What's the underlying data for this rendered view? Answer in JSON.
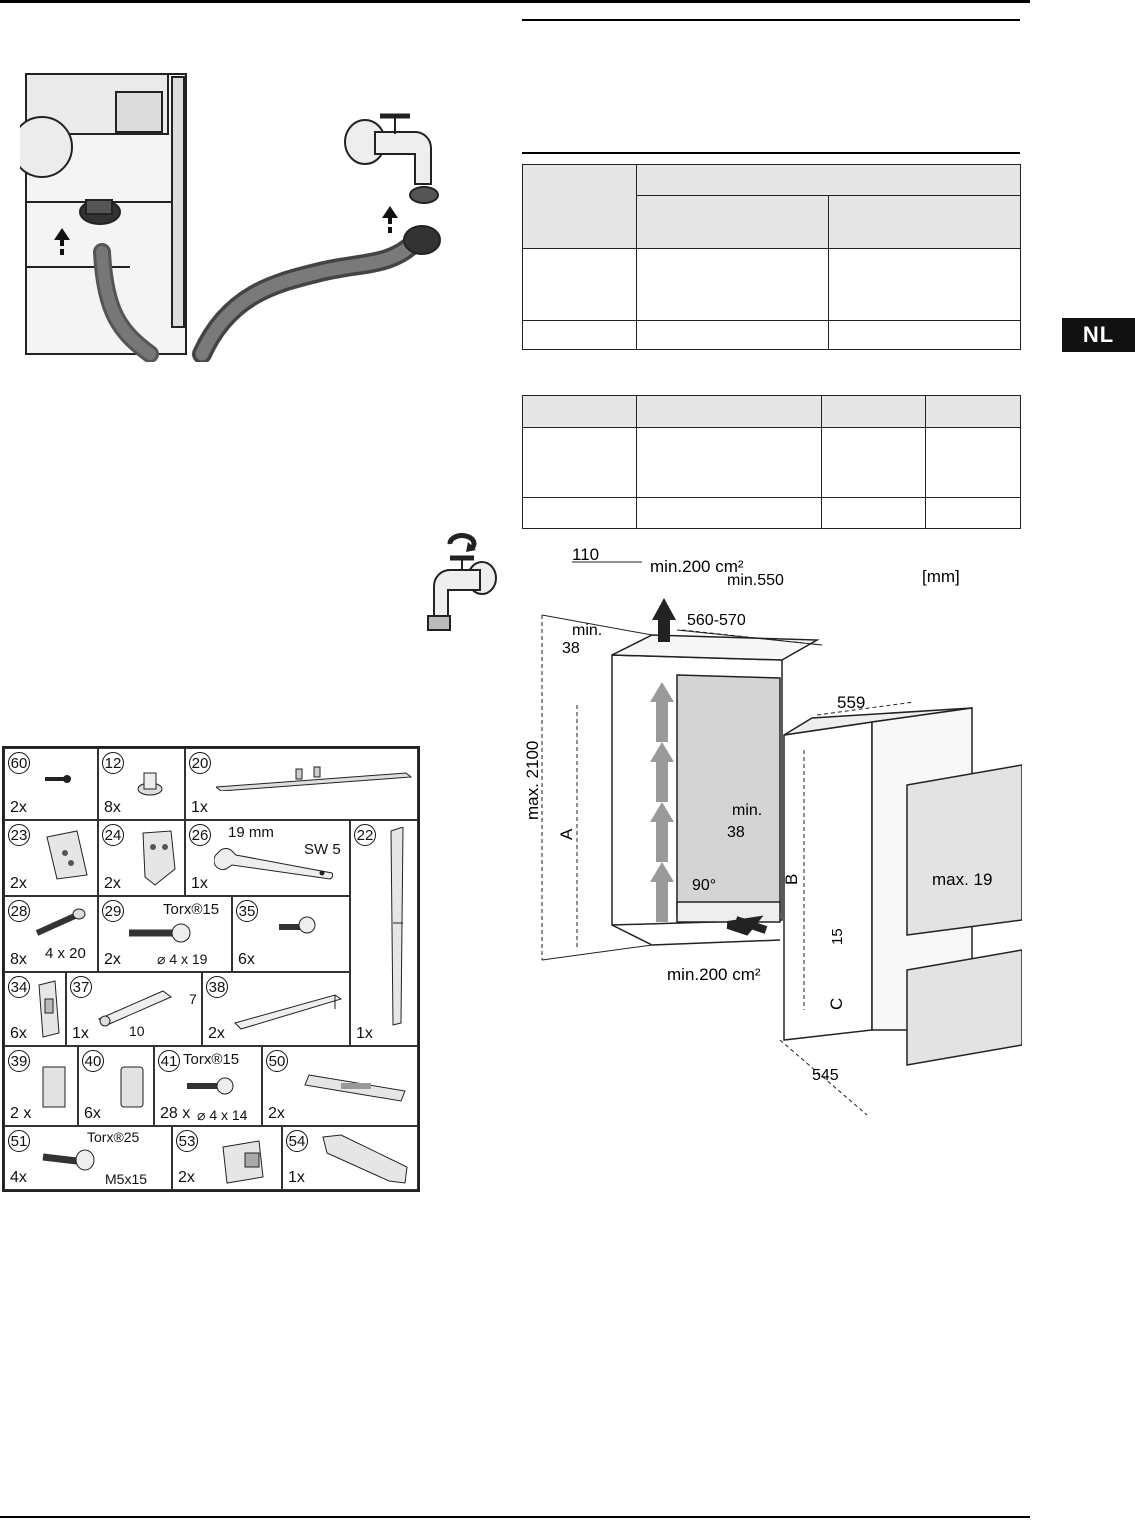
{
  "language_badge": "NL",
  "dimension_diagram": {
    "unit": "[mm]",
    "labels": {
      "d110": "110",
      "vent_top": "min.200 cm²",
      "min550": "min.550",
      "w560_570": "560-570",
      "min": "min.",
      "min38": "38",
      "max2100": "max. 2100",
      "A": "A",
      "d559": "559",
      "inner_min": "min.",
      "inner_38": "38",
      "max19": "max. 19",
      "B": "B",
      "angle90": "90°",
      "d15": "15",
      "vent_bottom": "min.200 cm²",
      "C": "C",
      "d545": "545"
    }
  },
  "parts": [
    {
      "id": "60",
      "qty": "2x"
    },
    {
      "id": "12",
      "qty": "8x"
    },
    {
      "id": "20",
      "qty": "1x"
    },
    {
      "id": "23",
      "qty": "2x"
    },
    {
      "id": "24",
      "qty": "2x"
    },
    {
      "id": "26",
      "qty": "1x",
      "note1": "19 mm",
      "note2": "SW 5"
    },
    {
      "id": "22",
      "qty": "1x"
    },
    {
      "id": "28",
      "qty": "8x",
      "note1": "4 x 20"
    },
    {
      "id": "29",
      "qty": "2x",
      "note1": "Torx®15",
      "note2": "⌀ 4 x 19"
    },
    {
      "id": "35",
      "qty": "6x"
    },
    {
      "id": "34",
      "qty": "6x"
    },
    {
      "id": "37",
      "qty": "1x",
      "note1": "7",
      "note2": "10"
    },
    {
      "id": "38",
      "qty": "2x"
    },
    {
      "id": "39",
      "qty": "2 x"
    },
    {
      "id": "40",
      "qty": "6x"
    },
    {
      "id": "41",
      "qty": "28 x",
      "note1": "Torx®15",
      "note2": "⌀ 4 x 14"
    },
    {
      "id": "50",
      "qty": "2x"
    },
    {
      "id": "51",
      "qty": "4x",
      "note1": "Torx®25",
      "note2": "M5x15"
    },
    {
      "id": "53",
      "qty": "2x"
    },
    {
      "id": "54",
      "qty": "1x"
    }
  ]
}
